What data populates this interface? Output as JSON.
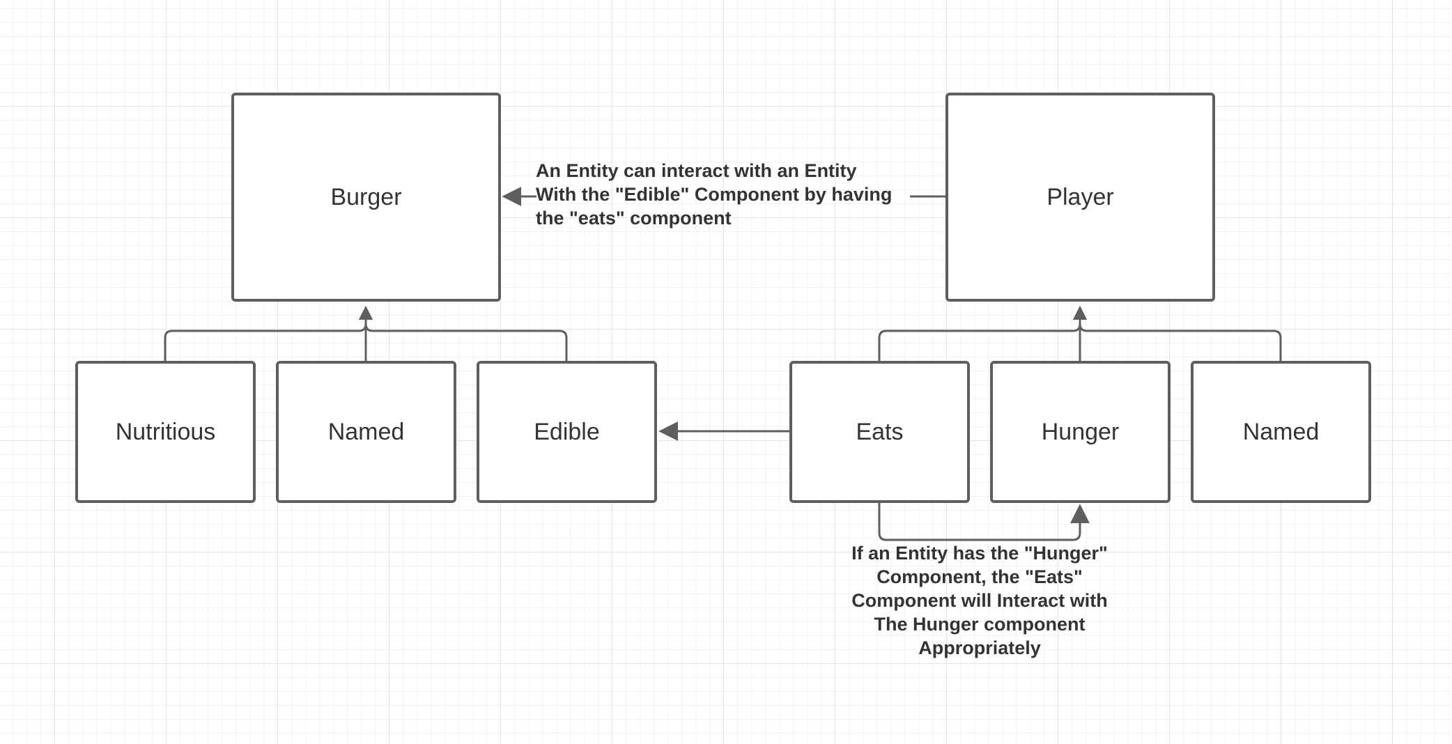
{
  "diagram": {
    "entities": {
      "burger": "Burger",
      "player": "Player"
    },
    "burger_components": [
      "Nutritious",
      "Named",
      "Edible"
    ],
    "player_components": [
      "Eats",
      "Hunger",
      "Named"
    ],
    "notes": {
      "interaction": [
        "An Entity can interact with an Entity",
        "With the \"Edible\" Component by having",
        "the \"eats\" component"
      ],
      "hunger": [
        "If an Entity has the \"Hunger\"",
        "Component, the \"Eats\"",
        "Component will Interact with",
        "The Hunger component",
        "Appropriately"
      ]
    },
    "colors": {
      "stroke": "#5e5e5e",
      "text": "#333333",
      "grid": "#e3e3e3"
    }
  }
}
